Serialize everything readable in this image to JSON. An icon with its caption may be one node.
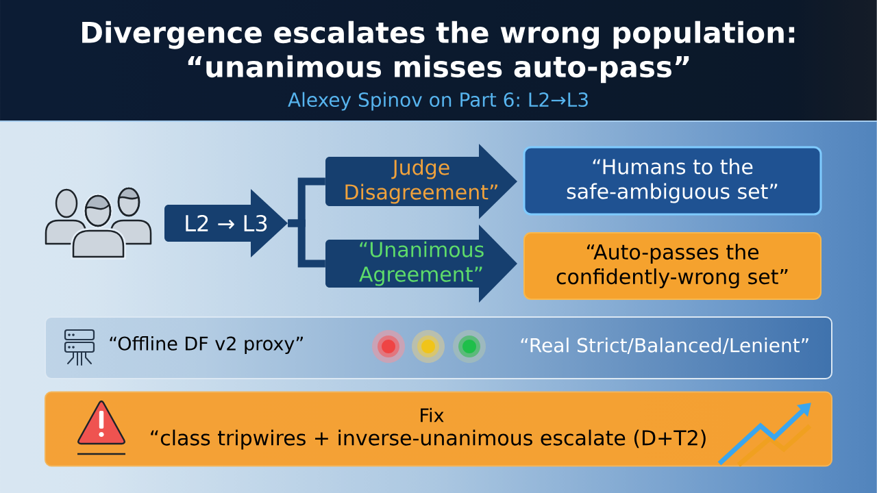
{
  "diagram": {
    "title": "Divergence escalates the wrong population: “unanimous misses auto-pass”",
    "nodes": [
      {
        "text": [],
        "shape": "person"
      },
      {
        "text": [
          "L2 → L3"
        ]
      },
      {
        "text": [
          "Judge Disagreement”"
        ]
      },
      {
        "text": [
          "“Unanimous Agreement”"
        ]
      },
      {
        "text": [
          "“Humans to the safe-ambiguous set”"
        ]
      },
      {
        "text": [
          "“Auto-passes the confidently-wrong set”"
        ]
      },
      {
        "text": [
          "“Offline DF v2 proxy”",
          "“Real Strict/Balanced/Lenient”"
        ]
      },
      {
        "text": [
          "Fix",
          "“class tripwires + inverse-unanimous escalate (D+T2)"
        ]
      }
    ],
    "edges": [
      {
        "from": 1,
        "to": 2,
        "arrow": "none"
      },
      {
        "from": 1,
        "to": 3,
        "arrow": "none"
      }
    ],
    "labels": [
      "Alexey Spinov on Part 6: L2→L3"
    ]
  }
}
